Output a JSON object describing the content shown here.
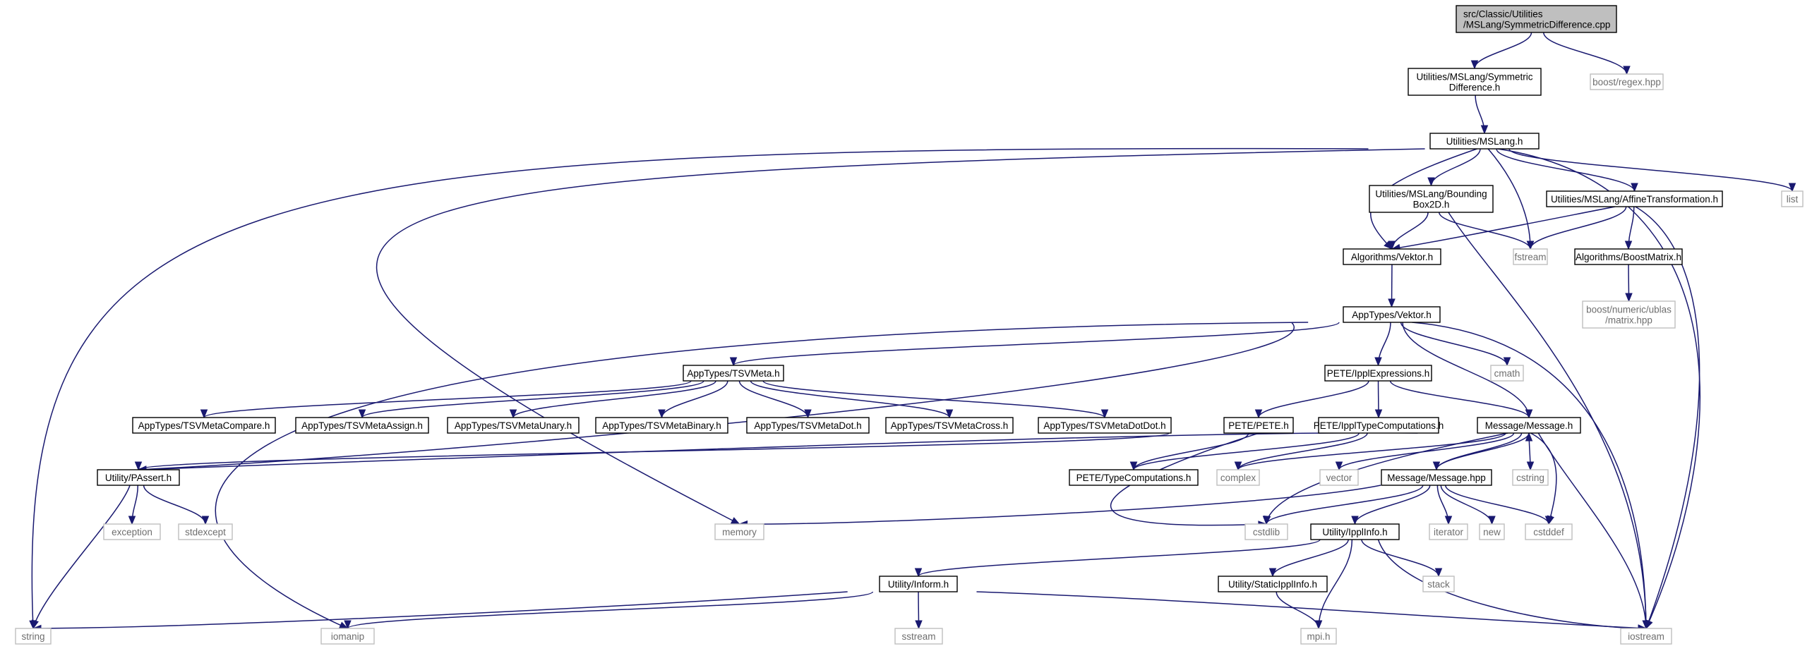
{
  "nodes": [
    {
      "id": "root",
      "lines": [
        "src/Classic/Utilities",
        "/MSLang/SymmetricDifference.cpp"
      ],
      "kind": "root"
    },
    {
      "id": "symdiff",
      "lines": [
        "Utilities/MSLang/Symmetric",
        "Difference.h"
      ],
      "kind": "internal"
    },
    {
      "id": "boostregex",
      "lines": [
        "boost/regex.hpp"
      ],
      "kind": "external"
    },
    {
      "id": "mslang",
      "lines": [
        "Utilities/MSLang.h"
      ],
      "kind": "internal"
    },
    {
      "id": "list",
      "lines": [
        "list"
      ],
      "kind": "external"
    },
    {
      "id": "bbox",
      "lines": [
        "Utilities/MSLang/Bounding",
        "Box2D.h"
      ],
      "kind": "internal"
    },
    {
      "id": "affine",
      "lines": [
        "Utilities/MSLang/AffineTransformation.h"
      ],
      "kind": "internal"
    },
    {
      "id": "algvektor",
      "lines": [
        "Algorithms/Vektor.h"
      ],
      "kind": "internal"
    },
    {
      "id": "fstream",
      "lines": [
        "fstream"
      ],
      "kind": "external"
    },
    {
      "id": "boostmatrix",
      "lines": [
        "Algorithms/BoostMatrix.h"
      ],
      "kind": "internal"
    },
    {
      "id": "ublas",
      "lines": [
        "boost/numeric/ublas",
        "/matrix.hpp"
      ],
      "kind": "external"
    },
    {
      "id": "appvektor",
      "lines": [
        "AppTypes/Vektor.h"
      ],
      "kind": "internal"
    },
    {
      "id": "tsvmeta",
      "lines": [
        "AppTypes/TSVMeta.h"
      ],
      "kind": "internal"
    },
    {
      "id": "ippl",
      "lines": [
        "PETE/IpplExpressions.h"
      ],
      "kind": "internal"
    },
    {
      "id": "cmath",
      "lines": [
        "cmath"
      ],
      "kind": "external"
    },
    {
      "id": "compare",
      "lines": [
        "AppTypes/TSVMetaCompare.h"
      ],
      "kind": "internal"
    },
    {
      "id": "assign",
      "lines": [
        "AppTypes/TSVMetaAssign.h"
      ],
      "kind": "internal"
    },
    {
      "id": "unary",
      "lines": [
        "AppTypes/TSVMetaUnary.h"
      ],
      "kind": "internal"
    },
    {
      "id": "binary",
      "lines": [
        "AppTypes/TSVMetaBinary.h"
      ],
      "kind": "internal"
    },
    {
      "id": "dot",
      "lines": [
        "AppTypes/TSVMetaDot.h"
      ],
      "kind": "internal"
    },
    {
      "id": "cross",
      "lines": [
        "AppTypes/TSVMetaCross.h"
      ],
      "kind": "internal"
    },
    {
      "id": "dotdot",
      "lines": [
        "AppTypes/TSVMetaDotDot.h"
      ],
      "kind": "internal"
    },
    {
      "id": "pete",
      "lines": [
        "PETE/PETE.h"
      ],
      "kind": "internal"
    },
    {
      "id": "ippltc",
      "lines": [
        "PETE/IpplTypeComputations.h"
      ],
      "kind": "internal"
    },
    {
      "id": "messageh",
      "lines": [
        "Message/Message.h"
      ],
      "kind": "internal"
    },
    {
      "id": "passert",
      "lines": [
        "Utility/PAssert.h"
      ],
      "kind": "internal"
    },
    {
      "id": "tc",
      "lines": [
        "PETE/TypeComputations.h"
      ],
      "kind": "internal"
    },
    {
      "id": "complex",
      "lines": [
        "complex"
      ],
      "kind": "external"
    },
    {
      "id": "vector",
      "lines": [
        "vector"
      ],
      "kind": "external"
    },
    {
      "id": "messagehpp",
      "lines": [
        "Message/Message.hpp"
      ],
      "kind": "internal"
    },
    {
      "id": "cstring",
      "lines": [
        "cstring"
      ],
      "kind": "external"
    },
    {
      "id": "exception",
      "lines": [
        "exception"
      ],
      "kind": "external"
    },
    {
      "id": "stdexcept",
      "lines": [
        "stdexcept"
      ],
      "kind": "external"
    },
    {
      "id": "memory",
      "lines": [
        "memory"
      ],
      "kind": "external"
    },
    {
      "id": "cstdlib",
      "lines": [
        "cstdlib"
      ],
      "kind": "external"
    },
    {
      "id": "ipplinfo",
      "lines": [
        "Utility/IpplInfo.h"
      ],
      "kind": "internal"
    },
    {
      "id": "iterator",
      "lines": [
        "iterator"
      ],
      "kind": "external"
    },
    {
      "id": "new",
      "lines": [
        "new"
      ],
      "kind": "external"
    },
    {
      "id": "cstddef",
      "lines": [
        "cstddef"
      ],
      "kind": "external"
    },
    {
      "id": "inform",
      "lines": [
        "Utility/Inform.h"
      ],
      "kind": "internal"
    },
    {
      "id": "staticippl",
      "lines": [
        "Utility/StaticIpplInfo.h"
      ],
      "kind": "internal"
    },
    {
      "id": "stack",
      "lines": [
        "stack"
      ],
      "kind": "external"
    },
    {
      "id": "string",
      "lines": [
        "string"
      ],
      "kind": "external"
    },
    {
      "id": "iomanip",
      "lines": [
        "iomanip"
      ],
      "kind": "external"
    },
    {
      "id": "sstream",
      "lines": [
        "sstream"
      ],
      "kind": "external"
    },
    {
      "id": "mpi",
      "lines": [
        "mpi.h"
      ],
      "kind": "external"
    },
    {
      "id": "iostream",
      "lines": [
        "iostream"
      ],
      "kind": "external"
    }
  ],
  "edges": [
    [
      "root",
      "symdiff"
    ],
    [
      "root",
      "boostregex"
    ],
    [
      "symdiff",
      "mslang"
    ],
    [
      "mslang",
      "list"
    ],
    [
      "mslang",
      "bbox"
    ],
    [
      "mslang",
      "affine"
    ],
    [
      "mslang",
      "algvektor"
    ],
    [
      "mslang",
      "fstream"
    ],
    [
      "mslang",
      "string"
    ],
    [
      "mslang",
      "memory"
    ],
    [
      "mslang",
      "iostream"
    ],
    [
      "bbox",
      "algvektor"
    ],
    [
      "bbox",
      "fstream"
    ],
    [
      "bbox",
      "iostream"
    ],
    [
      "affine",
      "algvektor"
    ],
    [
      "affine",
      "fstream"
    ],
    [
      "affine",
      "boostmatrix"
    ],
    [
      "affine",
      "iostream"
    ],
    [
      "boostmatrix",
      "ublas"
    ],
    [
      "algvektor",
      "appvektor"
    ],
    [
      "appvektor",
      "tsvmeta"
    ],
    [
      "appvektor",
      "ippl"
    ],
    [
      "appvektor",
      "cmath"
    ],
    [
      "appvektor",
      "messageh"
    ],
    [
      "appvektor",
      "passert"
    ],
    [
      "appvektor",
      "iomanip"
    ],
    [
      "appvektor",
      "iostream"
    ],
    [
      "tsvmeta",
      "compare"
    ],
    [
      "tsvmeta",
      "assign"
    ],
    [
      "tsvmeta",
      "unary"
    ],
    [
      "tsvmeta",
      "binary"
    ],
    [
      "tsvmeta",
      "dot"
    ],
    [
      "tsvmeta",
      "cross"
    ],
    [
      "tsvmeta",
      "dotdot"
    ],
    [
      "ippl",
      "pete"
    ],
    [
      "ippl",
      "ippltc"
    ],
    [
      "ippl",
      "messageh"
    ],
    [
      "pete",
      "passert"
    ],
    [
      "pete",
      "tc"
    ],
    [
      "pete",
      "cstdlib"
    ],
    [
      "ippltc",
      "tc"
    ],
    [
      "ippltc",
      "complex"
    ],
    [
      "messageh",
      "passert"
    ],
    [
      "messageh",
      "complex"
    ],
    [
      "messageh",
      "vector"
    ],
    [
      "messageh",
      "messagehpp"
    ],
    [
      "messageh",
      "cstring"
    ],
    [
      "messageh",
      "cstdlib"
    ],
    [
      "messageh",
      "cstddef"
    ],
    [
      "messageh",
      "iostream"
    ],
    [
      "messagehpp",
      "messageh"
    ],
    [
      "messagehpp",
      "memory"
    ],
    [
      "messagehpp",
      "cstdlib"
    ],
    [
      "messagehpp",
      "ipplinfo"
    ],
    [
      "messagehpp",
      "iterator"
    ],
    [
      "messagehpp",
      "new"
    ],
    [
      "messagehpp",
      "cstddef"
    ],
    [
      "passert",
      "exception"
    ],
    [
      "passert",
      "stdexcept"
    ],
    [
      "passert",
      "string"
    ],
    [
      "ipplinfo",
      "inform"
    ],
    [
      "ipplinfo",
      "staticippl"
    ],
    [
      "ipplinfo",
      "stack"
    ],
    [
      "ipplinfo",
      "mpi"
    ],
    [
      "ipplinfo",
      "iostream"
    ],
    [
      "inform",
      "string"
    ],
    [
      "inform",
      "iomanip"
    ],
    [
      "inform",
      "sstream"
    ],
    [
      "inform",
      "iostream"
    ],
    [
      "staticippl",
      "mpi"
    ]
  ]
}
